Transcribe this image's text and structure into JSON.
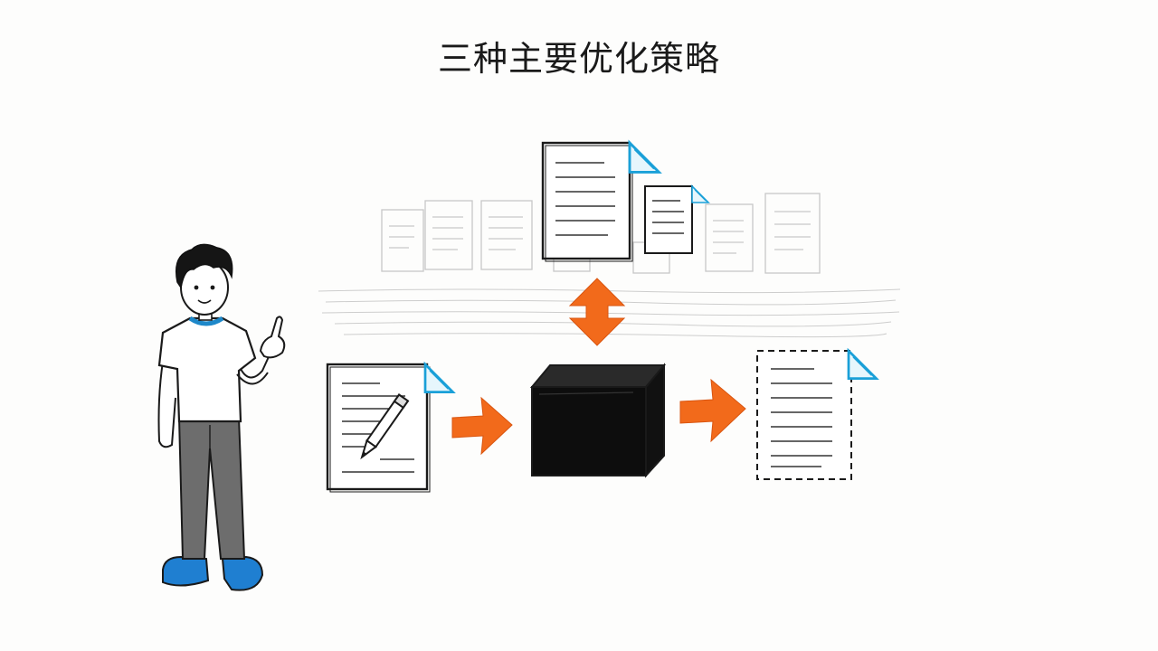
{
  "diagram": {
    "title": "三种主要优化策略",
    "colors": {
      "ink": "#1a1a1a",
      "accent_orange": "#f26a1b",
      "accent_blue": "#1aa0d8",
      "shirt_trim": "#1e88c9",
      "pants": "#6d6d6d",
      "shoes": "#1f7fd1",
      "background": "#fdfdfc"
    },
    "elements": [
      {
        "kind": "person",
        "icon": "person-pointing-icon"
      },
      {
        "kind": "document",
        "icon": "document-with-pencil-icon"
      },
      {
        "kind": "arrow",
        "icon": "right-arrow-icon"
      },
      {
        "kind": "box",
        "icon": "black-box-icon"
      },
      {
        "kind": "arrow",
        "icon": "vertical-double-arrow-icon"
      },
      {
        "kind": "document",
        "icon": "retrieved-document-icon"
      },
      {
        "kind": "document-stack",
        "icon": "faded-document-library-icon"
      },
      {
        "kind": "arrow",
        "icon": "right-arrow-icon"
      },
      {
        "kind": "document",
        "icon": "dashed-output-document-icon"
      }
    ]
  }
}
